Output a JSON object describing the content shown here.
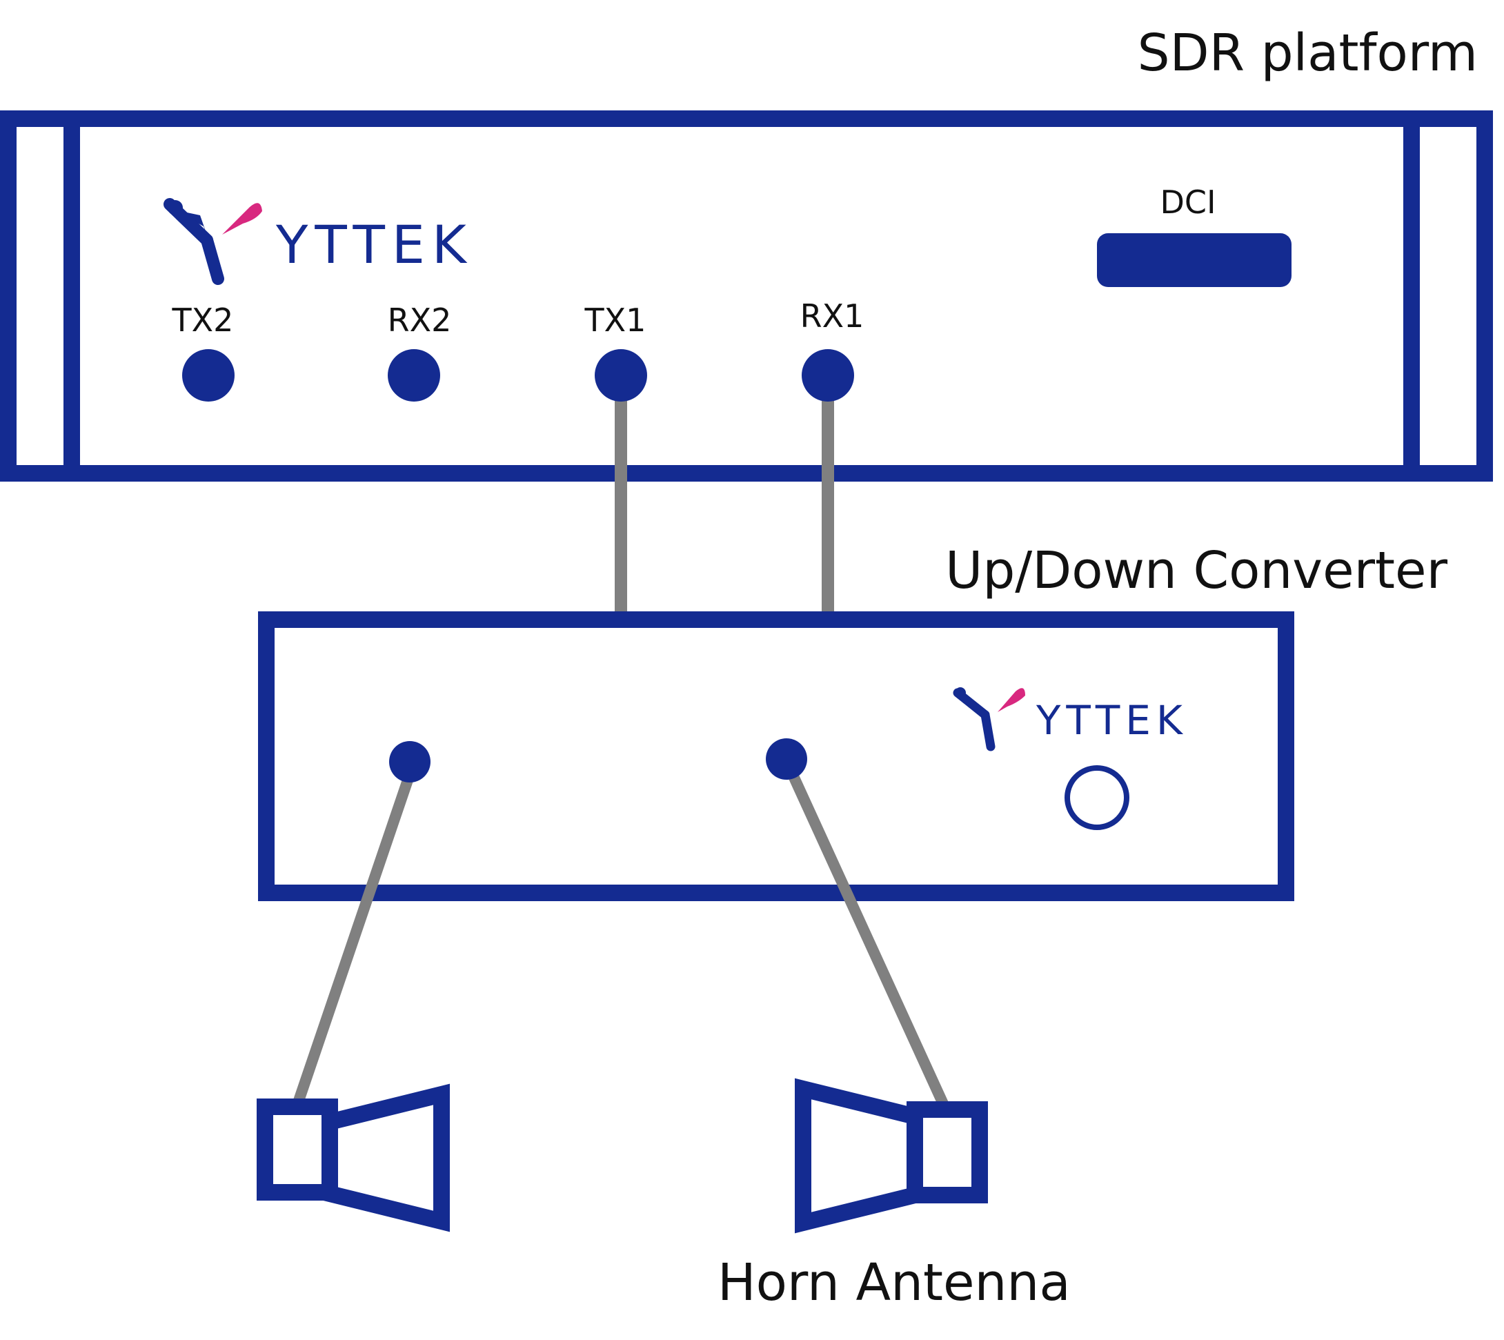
{
  "labels": {
    "sdr_platform": "SDR platform",
    "converter": "Up/Down Converter",
    "horn_antenna": "Horn Antenna",
    "dci": "DCI"
  },
  "ports": {
    "tx2": "TX2",
    "rx2": "RX2",
    "tx1": "TX1",
    "rx1": "RX1"
  },
  "brand": {
    "name": "YTTEK"
  },
  "colors": {
    "navy": "#142b91",
    "magenta": "#d8287f",
    "cable": "#808080"
  }
}
